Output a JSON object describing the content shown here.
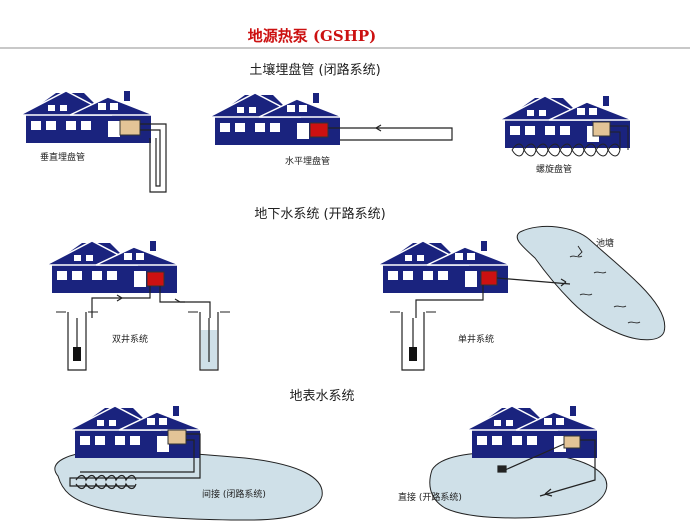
{
  "title": "地源热泵 (GSHP)",
  "sections": {
    "closed_loop": "土壤埋盘管 (闭路系统)",
    "groundwater": "地下水系统 (开路系统)",
    "surface_water": "地表水系统"
  },
  "labels": {
    "vertical": "垂直埋盘管",
    "horizontal": "水平埋盘管",
    "spiral": "螺旋盘管",
    "double_well": "双井系统",
    "single_well": "单井系统",
    "pond": "池塘",
    "indirect": "间接 (闭路系统)",
    "direct": "直接 (开路系统)"
  },
  "colors": {
    "title": "#cc1111",
    "house_blue": "#1a237e",
    "heat_pump_red": "#cc1111",
    "heat_pump_tan": "#e3c497",
    "water": "#cfe0e8",
    "text": "#222222"
  }
}
